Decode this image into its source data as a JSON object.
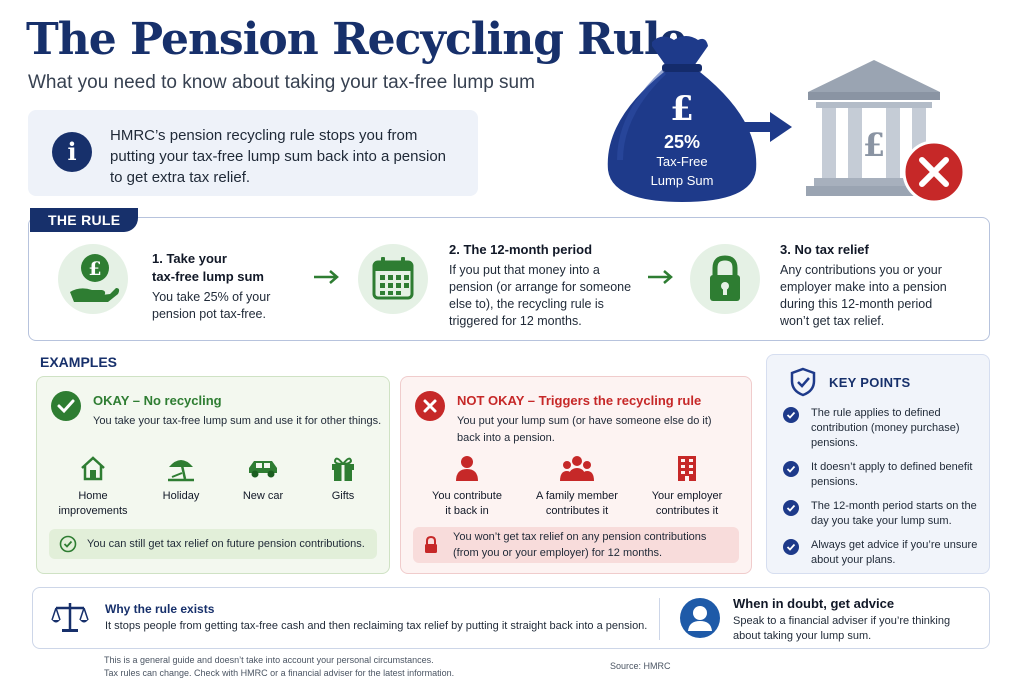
{
  "header": {
    "title": "The Pension Recycling Rule",
    "subtitle": "What you need to know about taking your tax-free lump sum"
  },
  "info": {
    "text": "HMRC’s pension recycling rule stops you from putting your tax-free lump sum back into a pension to get extra tax relief."
  },
  "hero": {
    "bag_symbol": "£",
    "bag_percent": "25%",
    "bag_label_1": "Tax-Free",
    "bag_label_2": "Lump Sum",
    "bank_symbol": "£"
  },
  "rule": {
    "label": "THE RULE",
    "steps": [
      {
        "title": "1. Take your\ntax-free lump sum",
        "text": "You take 25% of your\npension pot tax-free.",
        "icon": "hand-pound-icon"
      },
      {
        "title": "2. The 12-month period",
        "text": "If you put that money into a\npension (or arrange for someone\nelse to), the recycling rule is\ntriggered for 12 months.",
        "icon": "calendar-icon"
      },
      {
        "title": "3. No tax relief",
        "text": "Any contributions you or your\nemployer make into a pension\nduring this 12-month period\nwon’t get tax relief.",
        "icon": "padlock-icon"
      }
    ]
  },
  "examples": {
    "label": "EXAMPLES",
    "ok": {
      "title": "OKAY – No recycling",
      "text": "You take your tax-free lump sum and use it for other things.",
      "items": [
        {
          "label": "Home\nimprovements",
          "icon": "house-icon"
        },
        {
          "label": "Holiday",
          "icon": "beach-umbrella-icon"
        },
        {
          "label": "New car",
          "icon": "car-icon"
        },
        {
          "label": "Gifts",
          "icon": "gift-icon"
        }
      ],
      "note": "You can still get tax relief on future pension contributions."
    },
    "not_ok": {
      "title": "NOT OKAY – Triggers the recycling rule",
      "text": "You put your lump sum (or have someone else do it)\nback into a pension.",
      "items": [
        {
          "label": "You contribute\nit back in",
          "icon": "person-icon"
        },
        {
          "label": "A family member\ncontributes it",
          "icon": "family-icon"
        },
        {
          "label": "Your employer\ncontributes it",
          "icon": "office-building-icon"
        }
      ],
      "note": "You won’t get tax relief on any pension contributions\n(from you or your employer) for 12 months."
    }
  },
  "key_points": {
    "title": "KEY POINTS",
    "items": [
      "The rule applies to defined contribution (money purchase) pensions.",
      "It doesn’t apply to defined benefit pensions.",
      "The 12-month period starts on the day you take your lump sum.",
      "Always get advice if you’re unsure about your plans."
    ]
  },
  "bottom": {
    "why_title": "Why the rule exists",
    "why_text": "It stops people from getting tax-free cash and then reclaiming tax relief by putting it straight back into a pension.",
    "advice_title": "When in doubt, get advice",
    "advice_text": "Speak to a financial adviser if you’re thinking about taking your lump sum."
  },
  "footer": {
    "line1": "This is a general guide and doesn’t take into account your personal circumstances.",
    "line2": "Tax rules can change. Check with HMRC or a financial adviser for the latest information.",
    "source": "Source: HMRC"
  },
  "colors": {
    "navy": "#17306b",
    "green": "#2e7d32",
    "red": "#c62828",
    "blue": "#1e3a8a"
  }
}
